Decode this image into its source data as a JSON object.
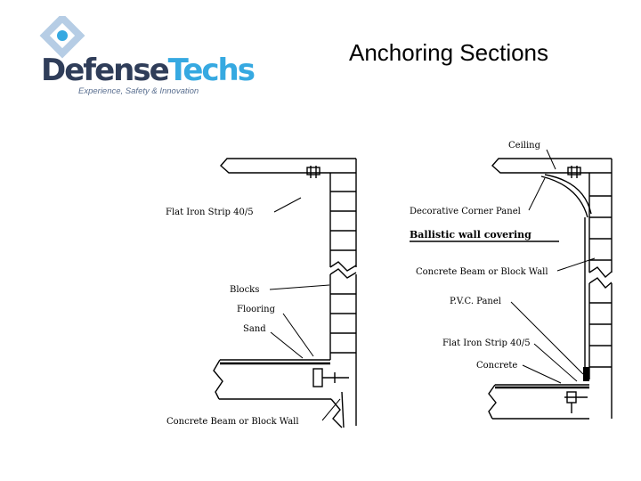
{
  "brand": {
    "name_part1": "Defense",
    "name_part2": "Techs",
    "tagline": "Experience, Safety & Innovation",
    "colors": {
      "dark": "#2f3d59",
      "accent": "#36a9e1",
      "diamond": "#a9c4e0"
    }
  },
  "title": "Anchoring Sections",
  "left_section": {
    "labels": {
      "flat_iron_strip": "Flat Iron Strip 40/5",
      "blocks": "Blocks",
      "flooring": "Flooring",
      "sand": "Sand",
      "concrete_beam": "Concrete Beam or Block Wall"
    }
  },
  "right_section": {
    "labels": {
      "ceiling": "Ceiling",
      "decorative_panel": "Decorative Corner Panel",
      "ballistic": "Ballistic wall covering",
      "concrete_beam": "Concrete Beam or Block Wall",
      "pvc_panel": "P.V.C. Panel",
      "flat_iron_strip": "Flat Iron Strip 40/5",
      "concrete": "Concrete"
    }
  }
}
